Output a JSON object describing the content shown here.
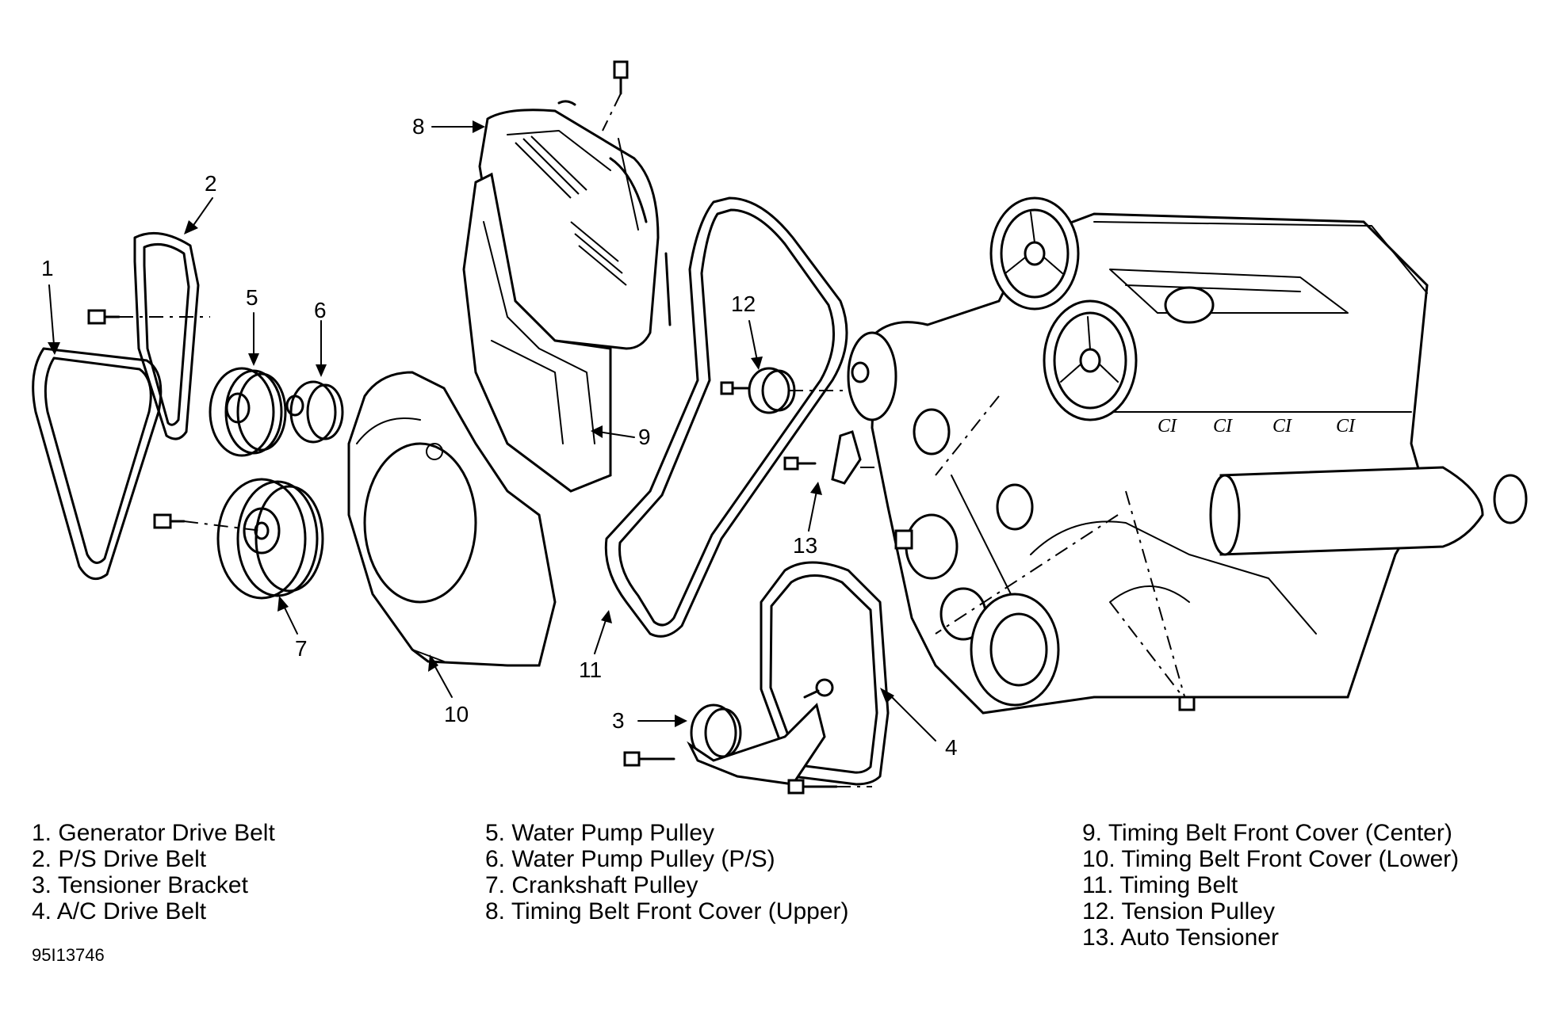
{
  "callouts": {
    "c1": "1",
    "c2": "2",
    "c3": "3",
    "c4": "4",
    "c5": "5",
    "c6": "6",
    "c7": "7",
    "c8": "8",
    "c9": "9",
    "c10": "10",
    "c11": "11",
    "c12": "12",
    "c13": "13"
  },
  "legend": {
    "col1": [
      "1. Generator Drive Belt",
      "2. P/S Drive Belt",
      "3. Tensioner Bracket",
      "4. A/C Drive Belt"
    ],
    "col2": [
      "5. Water Pump Pulley",
      "6. Water Pump Pulley (P/S)",
      "7. Crankshaft Pulley",
      "8. Timing Belt Front Cover (Upper)"
    ],
    "col3": [
      "9. Timing Belt Front Cover (Center)",
      "10. Timing Belt Front Cover (Lower)",
      "11. Timing Belt",
      "12. Tension Pulley",
      "13. Auto Tensioner"
    ]
  },
  "figure_id": "95I13746"
}
